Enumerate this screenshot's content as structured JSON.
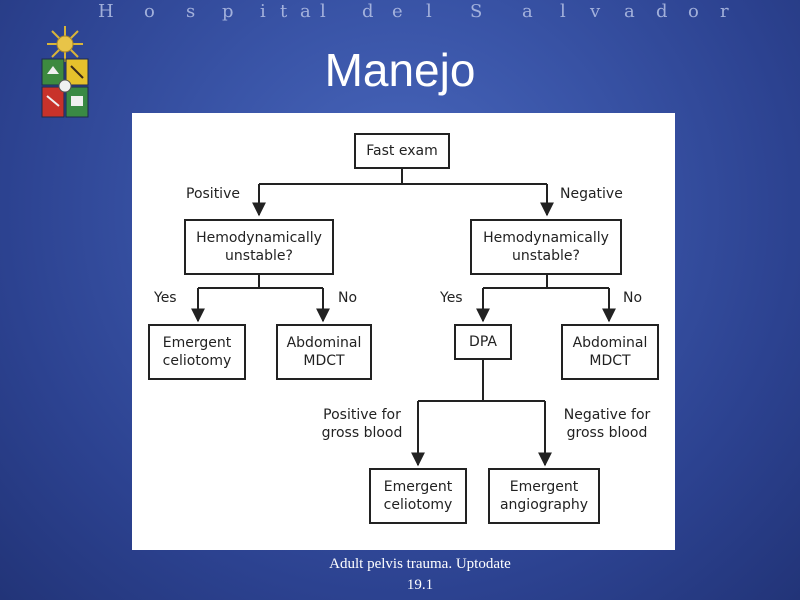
{
  "header": {
    "title": "Hospital del Salvador"
  },
  "slide": {
    "title": "Manejo",
    "caption": "Adult pelvis trauma. Uptodate\n19.1"
  },
  "flowchart": {
    "nodes": {
      "fast_exam": "Fast exam",
      "hemo_left": "Hemodynamically\nunstable?",
      "hemo_right": "Hemodynamically\nunstable?",
      "celiotomy_left": "Emergent\nceliotomy",
      "mdct_left": "Abdominal\nMDCT",
      "dpa": "DPA",
      "mdct_right": "Abdominal\nMDCT",
      "celiotomy_bottom": "Emergent\nceliotomy",
      "angiography": "Emergent\nangiography"
    },
    "edge_labels": {
      "positive": "Positive",
      "negative": "Negative",
      "yes_left": "Yes",
      "no_left": "No",
      "yes_right": "Yes",
      "no_right": "No",
      "positive_blood": "Positive for\ngross blood",
      "negative_blood": "Negative for\ngross blood"
    }
  }
}
